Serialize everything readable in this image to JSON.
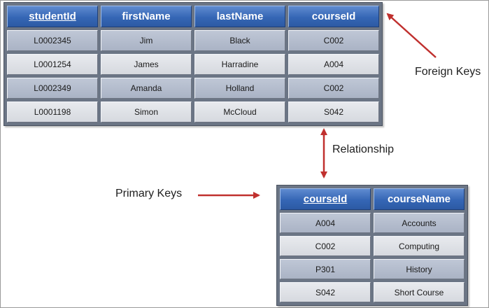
{
  "students_table": {
    "headers": [
      {
        "label": "studentId",
        "key": true
      },
      {
        "label": "firstName",
        "key": false
      },
      {
        "label": "lastName",
        "key": false
      },
      {
        "label": "courseId",
        "key": false
      }
    ],
    "rows": [
      [
        "L0002345",
        "Jim",
        "Black",
        "C002"
      ],
      [
        "L0001254",
        "James",
        "Harradine",
        "A004"
      ],
      [
        "L0002349",
        "Amanda",
        "Holland",
        "C002"
      ],
      [
        "L0001198",
        "Simon",
        "McCloud",
        "S042"
      ]
    ]
  },
  "courses_table": {
    "headers": [
      {
        "label": "courseId",
        "key": true
      },
      {
        "label": "courseName",
        "key": false
      }
    ],
    "rows": [
      [
        "A004",
        "Accounts"
      ],
      [
        "C002",
        "Computing"
      ],
      [
        "P301",
        "History"
      ],
      [
        "S042",
        "Short Course"
      ]
    ]
  },
  "labels": {
    "foreign_keys": "Foreign Keys",
    "relationship": "Relationship",
    "primary_keys": "Primary Keys"
  },
  "colors": {
    "arrow": "#c0302e",
    "header": "#3566b5"
  }
}
